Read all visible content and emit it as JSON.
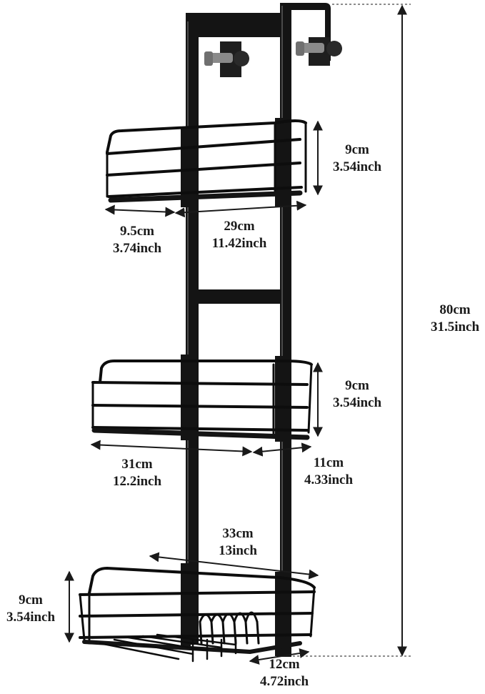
{
  "colors": {
    "frame": "#141414",
    "wire": "#0d0d0d",
    "dimension": "#1a1a1a",
    "knob": "#2a2a2a",
    "bolt": "#8a8a8a"
  },
  "dimensions": {
    "total_height": {
      "cm": "80cm",
      "inch": "31.5inch"
    },
    "top_basket_height": {
      "cm": "9cm",
      "inch": "3.54inch"
    },
    "top_basket_depth": {
      "cm": "9.5cm",
      "inch": "3.74inch"
    },
    "top_basket_width": {
      "cm": "29cm",
      "inch": "11.42inch"
    },
    "mid_basket_height": {
      "cm": "9cm",
      "inch": "3.54inch"
    },
    "mid_basket_width": {
      "cm": "31cm",
      "inch": "12.2inch"
    },
    "mid_basket_depth": {
      "cm": "11cm",
      "inch": "4.33inch"
    },
    "bottom_basket_width": {
      "cm": "33cm",
      "inch": "13inch"
    },
    "bottom_basket_height": {
      "cm": "9cm",
      "inch": "3.54inch"
    },
    "bottom_basket_depth": {
      "cm": "12cm",
      "inch": "4.72inch"
    }
  }
}
